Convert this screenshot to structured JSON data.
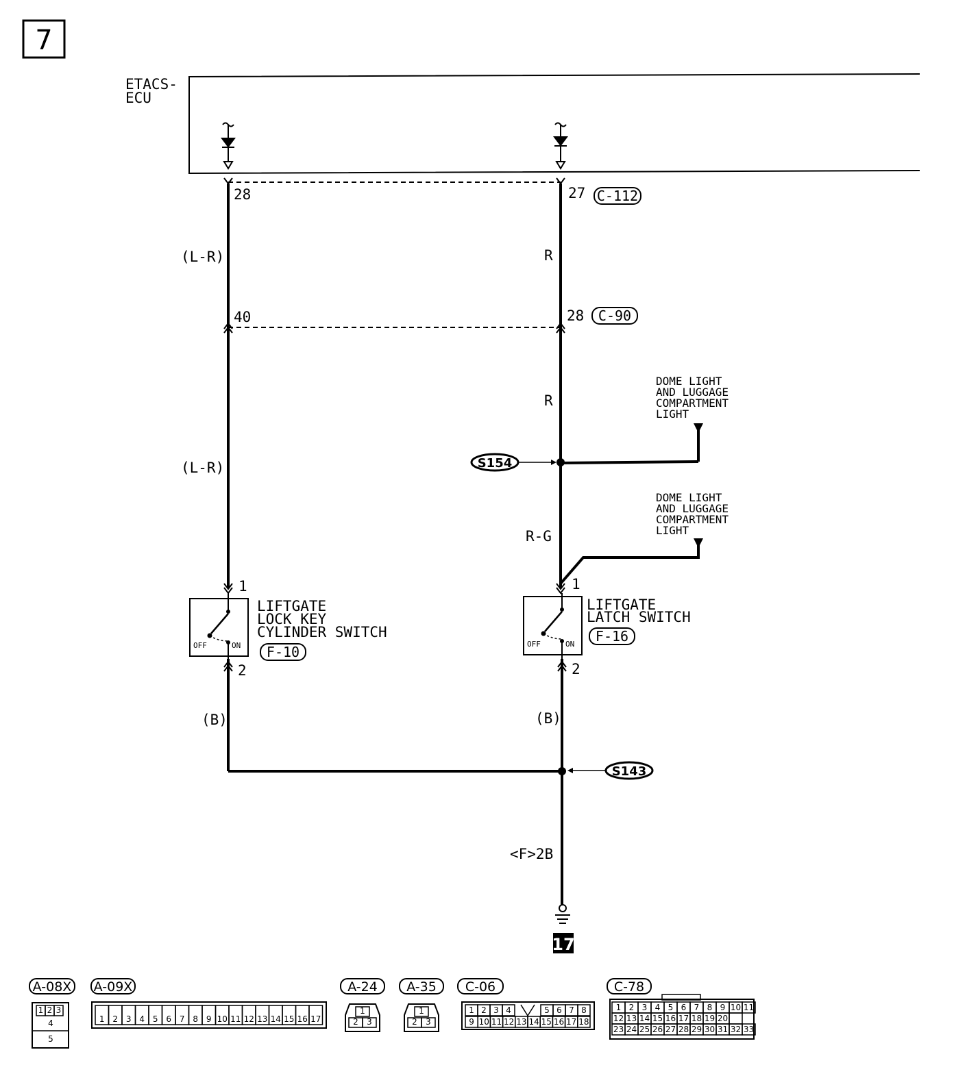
{
  "page_number": "7",
  "ecu": {
    "line1": "ETACS-",
    "line2": "ECU"
  },
  "left_circuit": {
    "top_pin": "28",
    "wire1": "(L-R)",
    "mid_pin": "40",
    "wire2": "(L-R)",
    "switch_pin_top": "1",
    "switch_name": [
      "LIFTGATE",
      "LOCK KEY",
      "CYLINDER SWITCH"
    ],
    "switch_conn": "F-10",
    "switch_pin_bottom": "2",
    "wire3": "(B)",
    "off_label": "OFF",
    "on_label": "ON"
  },
  "right_circuit": {
    "top_pin": "27",
    "top_conn": "C-112",
    "wire1": "R",
    "mid_pin": "28",
    "mid_conn": "C-90",
    "wire2": "R",
    "splice1": "S154",
    "dome_light1": [
      "DOME LIGHT",
      "AND LUGGAGE",
      "COMPARTMENT",
      "LIGHT"
    ],
    "wire3": "R-G",
    "dome_light2": [
      "DOME LIGHT",
      "AND LUGGAGE",
      "COMPARTMENT",
      "LIGHT"
    ],
    "switch_pin_top": "1",
    "switch_name": [
      "LIFTGATE",
      "LATCH SWITCH"
    ],
    "switch_conn": "F-16",
    "switch_pin_bottom": "2",
    "wire4": "(B)",
    "off_label": "OFF",
    "on_label": "ON",
    "splice2": "S143",
    "ground_wire": "<F>2B",
    "ground_ref": "17"
  },
  "connectors": [
    {
      "id": "A-08X",
      "pins": [
        "1",
        "2",
        "3",
        "4",
        "5"
      ]
    },
    {
      "id": "A-09X",
      "pins": [
        "1",
        "2",
        "3",
        "4",
        "5",
        "6",
        "7",
        "8",
        "9",
        "10",
        "11",
        "12",
        "13",
        "14",
        "15",
        "16",
        "17"
      ]
    },
    {
      "id": "A-24",
      "pins": [
        "1",
        "2",
        "3"
      ]
    },
    {
      "id": "A-35",
      "pins": [
        "1",
        "2",
        "3"
      ]
    },
    {
      "id": "C-06",
      "pins": [
        "1",
        "2",
        "3",
        "4",
        "5",
        "6",
        "7",
        "8",
        "9",
        "10",
        "11",
        "12",
        "13",
        "14",
        "15",
        "16",
        "17",
        "18"
      ]
    },
    {
      "id": "C-78",
      "pins": [
        "1",
        "2",
        "3",
        "4",
        "5",
        "6",
        "7",
        "8",
        "9",
        "10",
        "11",
        "12",
        "13",
        "14",
        "15",
        "16",
        "17",
        "18",
        "19",
        "20",
        "",
        "23",
        "24",
        "25",
        "26",
        "27",
        "28",
        "29",
        "30",
        "31",
        "32",
        "33"
      ]
    }
  ]
}
